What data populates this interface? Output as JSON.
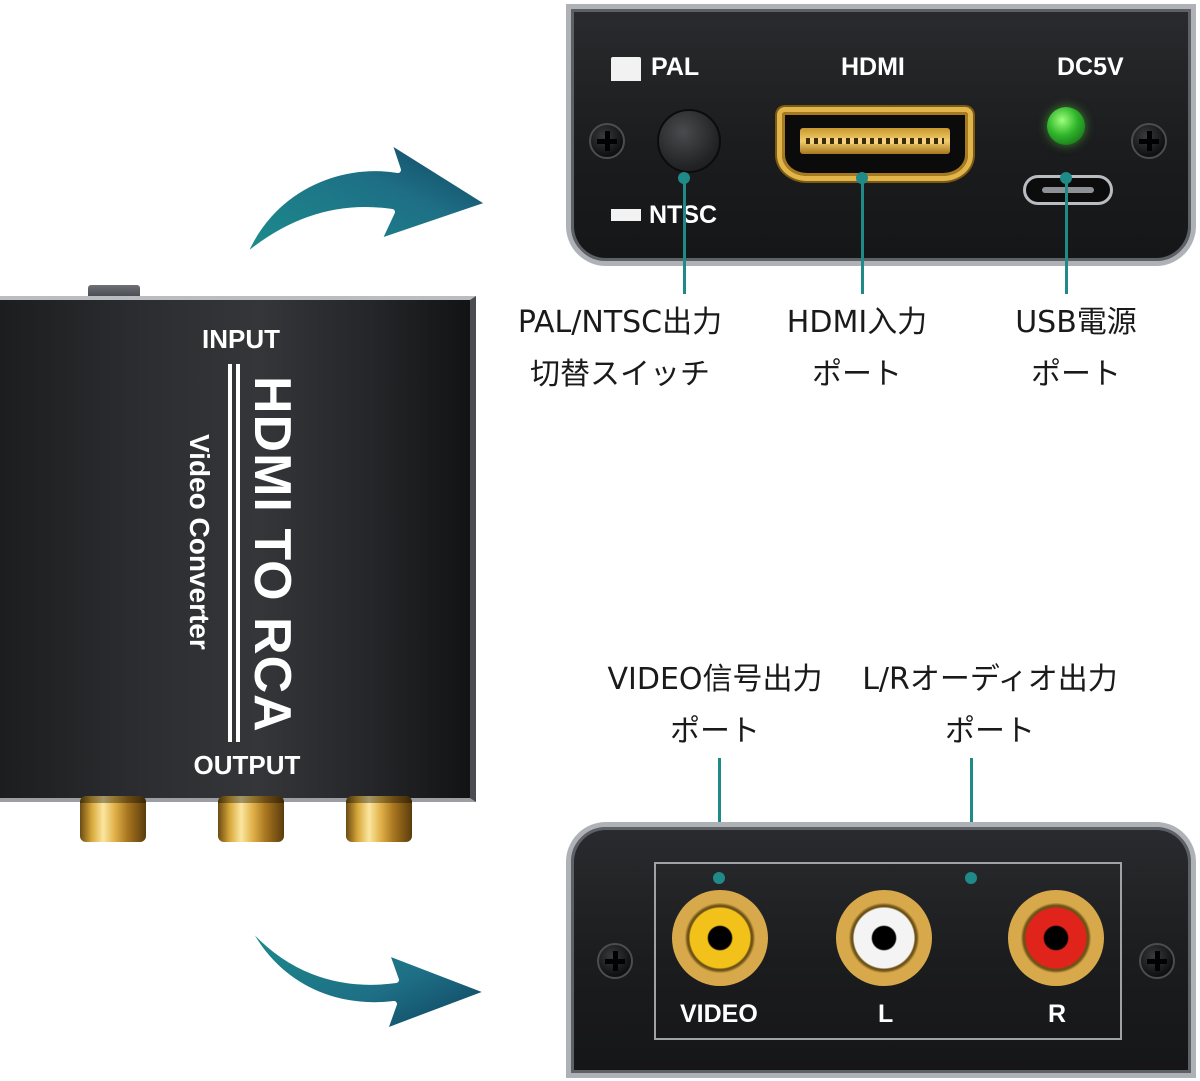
{
  "converter": {
    "input_label": "INPUT",
    "output_label": "OUTPUT",
    "title": "HDMI TO RCA",
    "subtitle": "Video Converter"
  },
  "top_panel": {
    "pal_label": "PAL",
    "ntsc_label": "NTSC",
    "hdmi_label": "HDMI",
    "dc_label": "DC5V"
  },
  "bottom_panel": {
    "video_label": "VIDEO",
    "l_label": "L",
    "r_label": "R"
  },
  "callouts": {
    "switch": [
      "PAL/NTSC出力",
      "切替スイッチ"
    ],
    "hdmi": [
      "HDMI入力",
      "ポート"
    ],
    "usb": [
      "USB電源",
      "ポート"
    ],
    "video": [
      "VIDEO信号出力",
      "ポート"
    ],
    "audio": [
      "L/Rオーディオ出力",
      "ポート"
    ]
  },
  "colors": {
    "accent_teal": "#1f8a88",
    "gold": "#e1b54a",
    "led_green": "#2fb52b",
    "jack_yellow": "#f2c21a",
    "jack_white": "#f4f4f4",
    "jack_red": "#e0231b"
  },
  "icons": [
    "arrow-up-right-icon",
    "arrow-down-right-icon",
    "screw-icon",
    "led-icon"
  ]
}
